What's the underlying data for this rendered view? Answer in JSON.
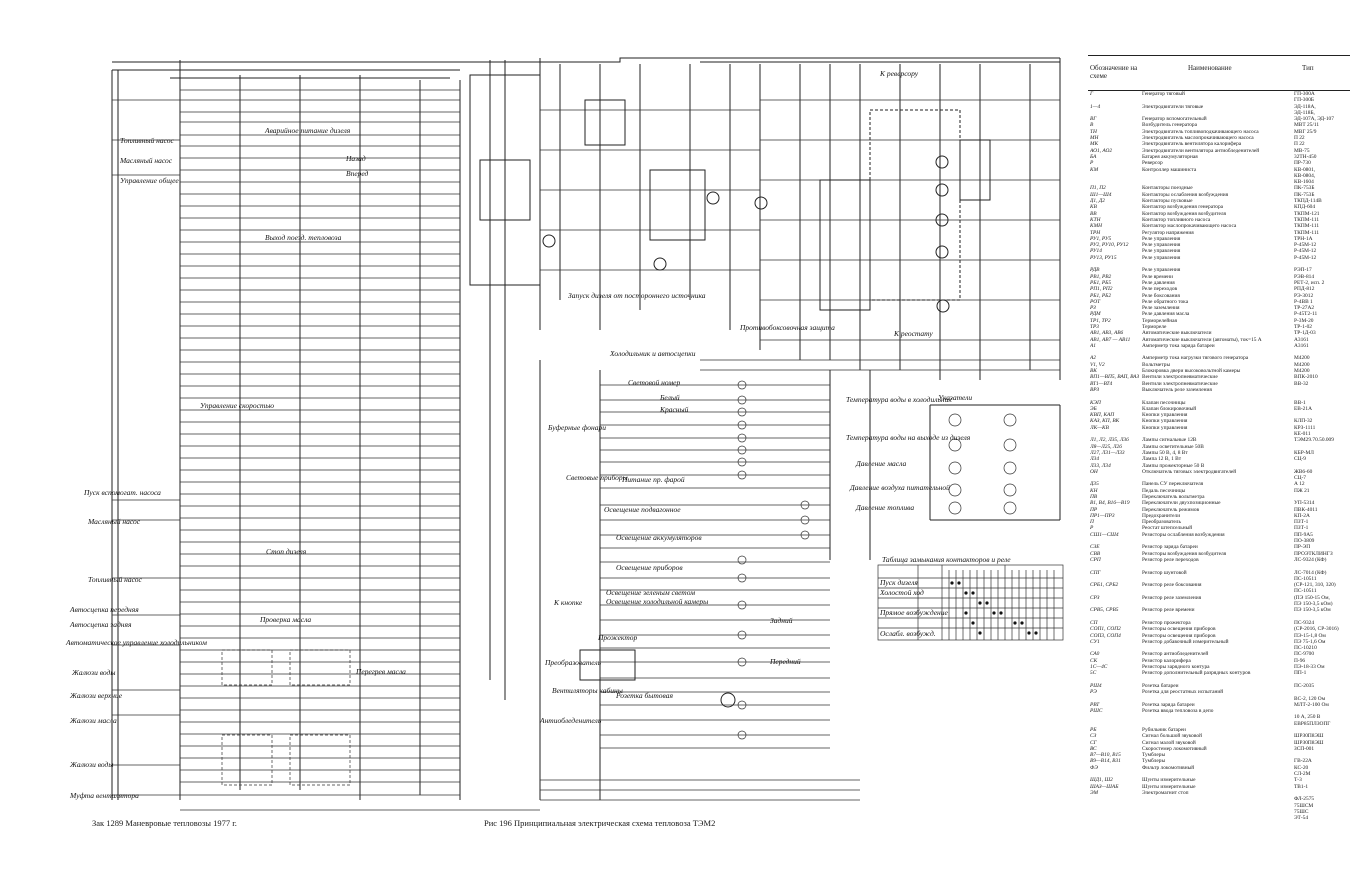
{
  "table": {
    "headers": [
      "Обозначение на схеме",
      "Наименование",
      "Тип"
    ],
    "rows": [
      [
        "Г",
        "Генератор тяговый",
        "ГП-300А"
      ],
      [
        "",
        "",
        "ГП-300Б"
      ],
      [
        "1—4",
        "Электродвигатели тяговые",
        "ЭД-118А,"
      ],
      [
        "",
        "",
        "ЭД-118Б,"
      ],
      [
        "ВГ",
        "Генератор вспомогательный",
        "ЭД-107А, ЭД-107"
      ],
      [
        "В",
        "Возбудитель генератора",
        "МВТ 25/11"
      ],
      [
        "ТН",
        "Электродвигатель топливопод­качивающего насоса",
        "МВГ 25/9"
      ],
      [
        "МН",
        "Электродвигатель маслопрока­чивающего насоса",
        "П 22"
      ],
      [
        "МК",
        "Электродвигатель вентилятора калорифера",
        "П 22"
      ],
      [
        "АО1, АО2",
        "Электродвигатели вентилятора антиобледенителей",
        "МВ-75"
      ],
      [
        "БА",
        "Батарея аккумуляторная",
        "32ТН-450"
      ],
      [
        "Р",
        "Реверсор",
        "ПР-730"
      ],
      [
        "КМ",
        "Контроллер машиниста",
        "КВ-0801,"
      ],
      [
        "",
        "",
        "КВ-0804,"
      ],
      [
        "",
        "",
        "КВ-1604"
      ],
      [
        "П1, П2",
        "Контакторы поездные",
        "ПК-753Б"
      ],
      [
        "Ш1—Ш4",
        "Контакторы ослабления воз­буждения",
        "ПК-753Б"
      ],
      [
        "Д1, Д2",
        "Контакторы пусковые",
        "ТКПД-114В"
      ],
      [
        "КВ",
        "Контактор возбуждения гене­ратора",
        "КПД-604"
      ],
      [
        "ВВ",
        "Контактор возбуждения возбу­дителя",
        "ТКПМ-121"
      ],
      [
        "КТН",
        "Контактор топливного насоса",
        "ТКПМ-111"
      ],
      [
        "КМН",
        "Контактор маслопрокачиваю­щего насоса",
        "ТКПМ-111"
      ],
      [
        "ТРН",
        "Регулятор напряжения",
        "ТКПМ-111"
      ],
      [
        "РУ1, РУ5",
        "Реле управления",
        "ТРН-1А"
      ],
      [
        "РУ2, РУ10, РУ12",
        "Реле управления",
        "Р-45М-12"
      ],
      [
        "РУ14",
        "Реле управления",
        "Р-45М-12"
      ],
      [
        "РУ13, РУ15",
        "Реле управления",
        "Р-45М-12"
      ],
      [
        "",
        "",
        ""
      ],
      [
        "РДВ",
        "Реле управления",
        "РЭП-17"
      ],
      [
        "РВ1, РВ2",
        "Реле времени",
        "РЭВ-814"
      ],
      [
        "РБ1, РБ5",
        "Реле давления",
        "РЕТ-2, исп. 2"
      ],
      [
        "РП1, РП2",
        "Реле переходов",
        "РПД-812"
      ],
      [
        "РБ1, РБ2",
        "Реле боксования",
        "РЭ-3012"
      ],
      [
        "РОТ",
        "Реле обратного тока",
        "Р-4ВВ 1"
      ],
      [
        "РЗ",
        "Реле заземления",
        "ТР-27А2"
      ],
      [
        "РДМ",
        "Реле давления масла",
        "Р-45Т2-11"
      ],
      [
        "ТР1, ТР2",
        "Терморелейная",
        "Р-3М-20"
      ],
      [
        "ТР3",
        "Термореле",
        "ТР-1-02"
      ],
      [
        "АВ1, АВ3, АВ6",
        "Автоматические выключатели",
        "ТР-1Д-03"
      ],
      [
        "АВ1, АВ7 — АВ11",
        "Автоматические выключатели (автоматы), ток=15 А",
        "А3161"
      ],
      [
        "А1",
        "Амперметр тока заряда батареи",
        "А3161"
      ],
      [
        "",
        "",
        ""
      ],
      [
        "А2",
        "Амперметр тока нагрузки тягового генератора",
        "М4200"
      ],
      [
        "V1, V2",
        "Вольтметры",
        "М4200"
      ],
      [
        "ВК",
        "Блокировка двери высоковольт­ной камеры",
        "М4200"
      ],
      [
        "ВП1—ВП5, ВАП, ВАЗ",
        "Вентили электропневматические",
        "ВПК-2010"
      ],
      [
        "ВТ1—ВТ4",
        "Вентили электропневматические",
        "ВВ-32"
      ],
      [
        "ВРЗ",
        "Выключатель реле заземления",
        ""
      ],
      [
        "",
        "",
        ""
      ],
      [
        "КЭП",
        "Клапан песочницы",
        "ВВ-1"
      ],
      [
        "ЭБ",
        "Клапан блокировочный",
        "ЕВ-21А"
      ],
      [
        "КВП, КАП",
        "Кнопки управления",
        ""
      ],
      [
        "КАЗ, КП, ВК",
        "Кнопки управления",
        "КЛП-32"
      ],
      [
        "ЛК—КВ",
        "Кнопки управления",
        "КРЗ-1111"
      ],
      [
        "",
        "",
        "КЕ-011"
      ],
      [
        "Л1, Л2, Л35, Л36",
        "Лампы сигнальные 12В",
        "ТЭМ29.70.50.009"
      ],
      [
        "Л8—Л25, Л26",
        "Лампы осветительные 50В",
        ""
      ],
      [
        "Л27, Л31—Л33",
        "Лампы 50 В, 4, 8 Вт",
        "КБР-МЛ"
      ],
      [
        "Л34",
        "Лампа 12 В, 1 Вт",
        "СЦ-9"
      ],
      [
        "Л33, Л34",
        "Лампы прожекторные 50 В",
        ""
      ],
      [
        "ОН",
        "Отключатель тяговых электро­двигателей",
        "ЖВ6-60"
      ],
      [
        "",
        "",
        "СЦ-7"
      ],
      [
        "Д35",
        "Панель СУ переключателя",
        "А 12"
      ],
      [
        "КН",
        "Педаль песочницы",
        "ПЖ 21"
      ],
      [
        "ПВ",
        "Переключатель вольтметра",
        ""
      ],
      [
        "В1, В4, В16—В19",
        "Переключатели двухпозиционные",
        "УП-5314"
      ],
      [
        "ПР",
        "Переключатель режимов",
        "ПВК-4011"
      ],
      [
        "ПР1—ПР3",
        "Предохранители",
        "КП-2А"
      ],
      [
        "П",
        "Преобразователь",
        "ПЗТ-1"
      ],
      [
        "Р",
        "Реостат штепсельный",
        "ПЗТ-1"
      ],
      [
        "СШ1—СШ4",
        "Резисторы ослабления возбуж­дения",
        "ПП-9А5"
      ],
      [
        "",
        "",
        "ПО-3809"
      ],
      [
        "СЗЕ",
        "Резистор заряда батареи",
        "ПР-ЭП"
      ],
      [
        "СВВ",
        "Резисторы возбуждения воз­будителя",
        "ПРОЭТКЛИНГЗ"
      ],
      [
        "СРП",
        "Резистор реле переходов",
        "ЛС-9324 (КФ)"
      ],
      [
        "",
        "",
        ""
      ],
      [
        "СПГ",
        "Резистор шунтовой",
        "ЛС-7014 (КФ)"
      ],
      [
        "",
        "",
        "ПС-10511"
      ],
      [
        "СРБ1, СРБ2",
        "Резистор реле боксования",
        "(СР-121, 310, 320)"
      ],
      [
        "",
        "",
        "ПС-10511"
      ],
      [
        "СРЗ",
        "Резистор реле заземления",
        "(ПЭ 150-15 Ом,"
      ],
      [
        "",
        "",
        "ПЭ 150-3,5 кОм)"
      ],
      [
        "СРВ5, СРВ5",
        "Резистор реле времени",
        "ПЭ 150-3,5 кОм"
      ],
      [
        "",
        "",
        ""
      ],
      [
        "СП",
        "Резистор прожектора",
        "ПС-9324"
      ],
      [
        "СОП1, СОП2",
        "Резисторы освещения приборов",
        "(СР-2016, СР-3016)"
      ],
      [
        "СОП3, СОП4",
        "Резисторы освещения приборов",
        "ПЭ-15-1,8 Ом"
      ],
      [
        "СУ1",
        "Резистор добавочный измери­тельный",
        "ПЭ 75-1,6 Ом"
      ],
      [
        "",
        "",
        "ПС-10210"
      ],
      [
        "СА0",
        "Резистор антиобледенителей",
        "ПС-9700"
      ],
      [
        "СК",
        "Резистор калорифера",
        "П-96"
      ],
      [
        "1С—4С",
        "Резисторы зарядного контура",
        "ПЭ-18-33 Ом"
      ],
      [
        "5С",
        "Резистор дополнительный раз­рядных контуров",
        "ПП-1"
      ],
      [
        "",
        "",
        ""
      ],
      [
        "РШ4",
        "Розетка батареи",
        "ПС-2035"
      ],
      [
        "РЭ",
        "Розетка для реостатных испы­таний",
        ""
      ],
      [
        "",
        "",
        "ВС-2, 120 Ом"
      ],
      [
        "РВТ",
        "Розетка заряда батареи",
        "МЛТ-2-100 Ом"
      ],
      [
        "РШС",
        "Розетка ввода тепловоза в депо",
        ""
      ],
      [
        "",
        "",
        "10 А, 250 В"
      ],
      [
        "",
        "",
        "ЕВР85ПЛЗОПГ"
      ],
      [
        "РБ",
        "Рубильник батареи",
        ""
      ],
      [
        "СЗ",
        "Сигнал большой звуковой",
        "ШРЗ0П8ЭШ"
      ],
      [
        "СГ",
        "Сигнал малой звуковой",
        "ШРЗ0П8ЭШ"
      ],
      [
        "ВС",
        "Скоростемер локомотивный",
        "ЗСП-001"
      ],
      [
        "В7—В10, В15",
        "Тумблеры",
        ""
      ],
      [
        "В9—В14, В31",
        "Тумблеры",
        "ГВ-22А"
      ],
      [
        "ФЭ",
        "Фильтр локомотивный",
        "КС-20"
      ],
      [
        "",
        "",
        "СЛ-2М"
      ],
      [
        "ШД1, Ш2",
        "Шунты измерительные",
        "Т-3"
      ],
      [
        "ШАЗ—ШАБ",
        "Шунты измерительные",
        "ТВ1-1"
      ],
      [
        "ЭМ",
        "Электромагнит стоп",
        ""
      ],
      [
        "",
        "",
        "ФЛ-2575"
      ],
      [
        "",
        "",
        "75ШСМ"
      ],
      [
        "",
        "",
        "75ШС"
      ],
      [
        "",
        "",
        "ЭТ-54"
      ]
    ]
  },
  "captions": {
    "left": "Зак 1289   Маневровые тепловозы 1977 г.",
    "center": "Рис 196  Принципиальная электрическая схема тепловоза ТЭМ2"
  },
  "schematic_labels": {
    "l1": "Топливный насос",
    "l2": "Масляный насос",
    "l3": "Управление общее",
    "l4": "Пуск вспомогат. насоса",
    "l5": "Масляный насос",
    "l6": "Топливный насос",
    "l7": "Автосцепка передняя",
    "l8": "Автосцепка задняя",
    "l9": "Автоматическое управление холодильником",
    "l10": "Жалюзи воды",
    "l11": "Жалюзи верхние",
    "l12": "Жалюзи масла",
    "l13": "Жалюзи воды",
    "l14": "Муфта вентилятора",
    "l15": "Холодильник и автосцепки",
    "l16": "Световой номер",
    "l17": "Буферные фонари",
    "l18": "Белый",
    "l19": "Красный",
    "l20": "Световые приборы",
    "l21": "Освещение подвагонное",
    "l22": "Освещение аккумуляторов",
    "l23": "Освещение приборов",
    "l24": "Освещение зеленым светом",
    "l25": "Освещение холодильной камеры",
    "l26": "Прожектор",
    "l27": "Преобразователь",
    "l28": "Вентиляторы кабины",
    "l29": "Антиобледенитель",
    "l30": "Температура воды в холодильник",
    "l31": "Температура воды на выходе из дизеля",
    "l32": "Давление масла",
    "l33": "Давление воздуха питательной",
    "l34": "Давление топлива",
    "l35": "Указатели",
    "l36": "Таблица замыкания контакторов и реле",
    "l37": "Пуск дизеля",
    "l38": "Холостой ход",
    "l39": "Прямое возбуждение",
    "l40": "Ослабл. возбужд.",
    "l41": "К реверсору",
    "l42": "Запуск дизеля от постороннего источника",
    "l43": "Противобоксовочная защита",
    "l44": "Выход поезд. тепловоза",
    "l45": "К реостату",
    "l46": "Аварийное питание дизеля",
    "l47": "Назад",
    "l48": "Вперед",
    "l49": "Управление скоростью",
    "l50": "Проверка масла",
    "l51": "Стоп дизеля",
    "l52": "Перегрев масла",
    "l53": "К кнопке",
    "l54": "Задний",
    "l55": "Передний",
    "l56": "Питание пр. фарой",
    "l57": "Розетка бытовая"
  }
}
